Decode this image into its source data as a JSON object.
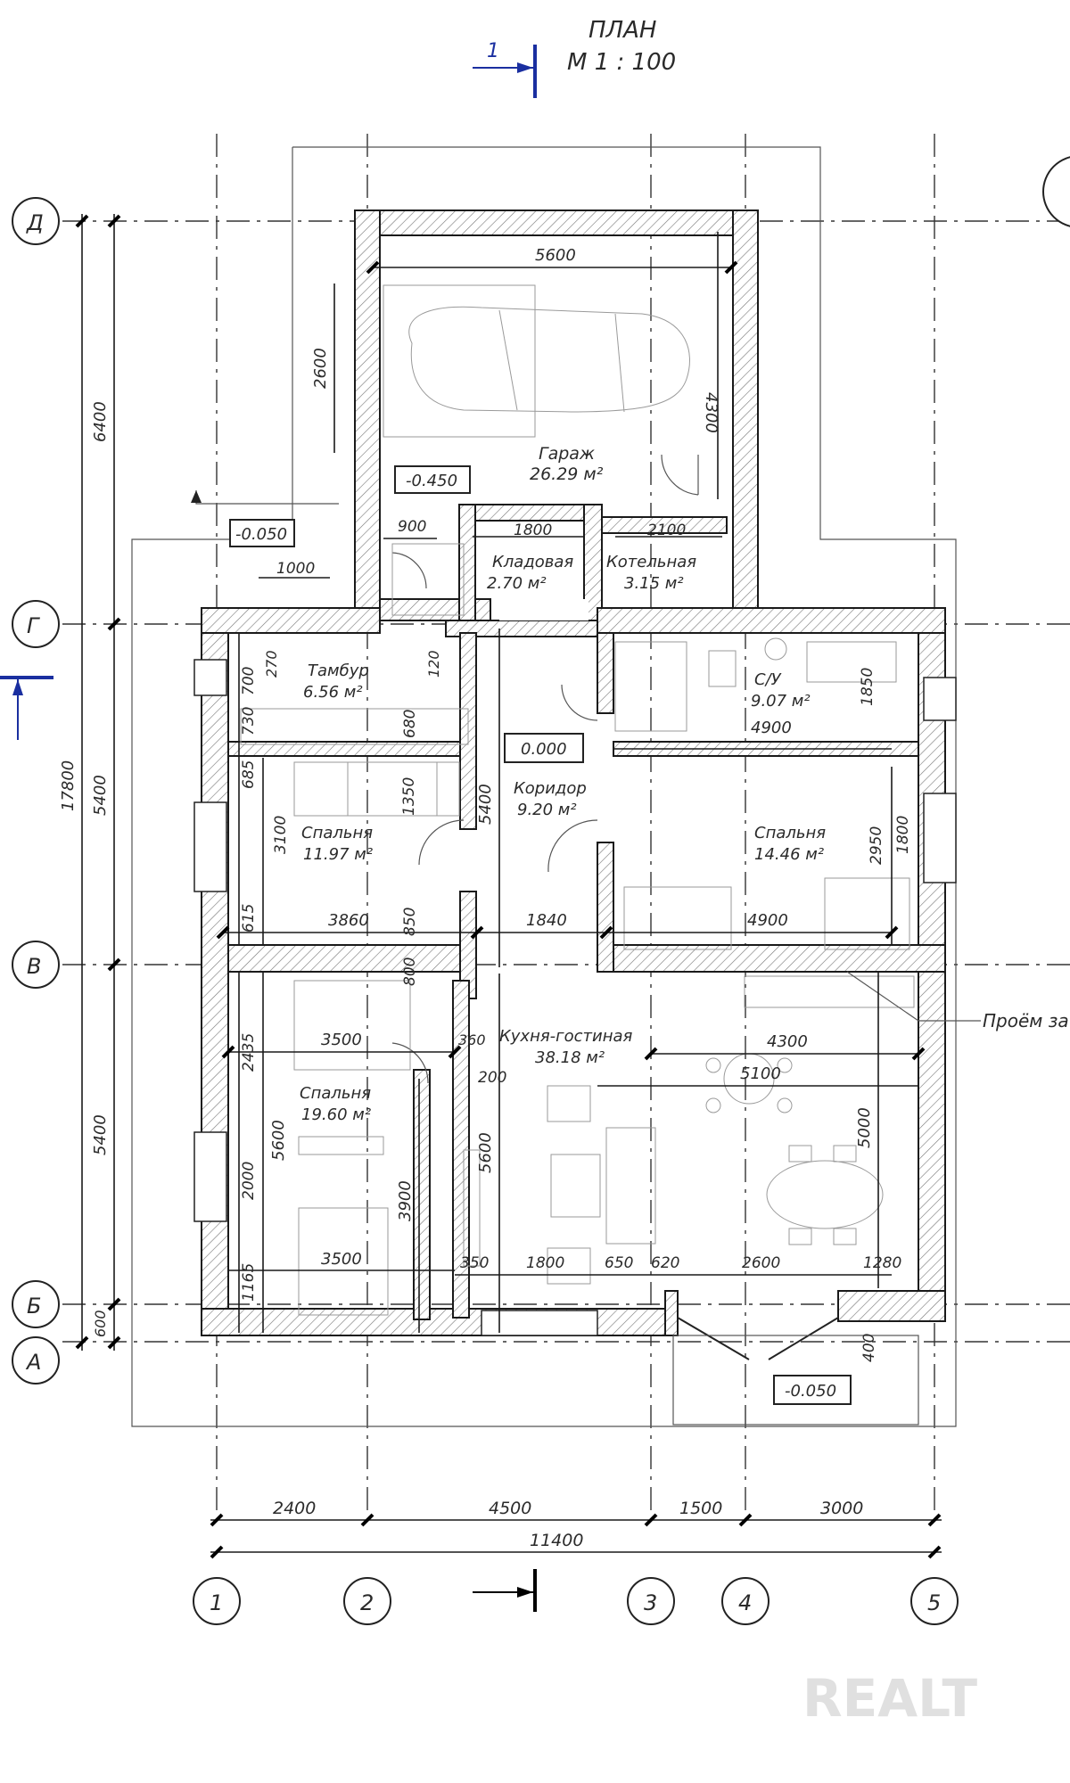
{
  "title": {
    "line1": "ПЛАН",
    "line2": "М 1 : 100",
    "section_mark": "1"
  },
  "axes": {
    "numbers": [
      "1",
      "2",
      "3",
      "4",
      "5"
    ],
    "letters": [
      "Д",
      "Г",
      "В",
      "Б",
      "А"
    ]
  },
  "rooms": [
    {
      "name": "Гараж",
      "area": "26.29 м²"
    },
    {
      "name": "Кладовая",
      "area": "2.70 м²"
    },
    {
      "name": "Котельная",
      "area": "3.15 м²"
    },
    {
      "name": "Тамбур",
      "area": "6.56 м²"
    },
    {
      "name": "Коридор",
      "area": "9.20 м²"
    },
    {
      "name": "С/У",
      "area": "9.07 м²"
    },
    {
      "name": "Спальня",
      "area": "11.97 м²"
    },
    {
      "name": "Спальня",
      "area": "14.46 м²"
    },
    {
      "name": "Кухня-гостиная",
      "area": "38.18 м²"
    },
    {
      "name": "Спальня",
      "area": "19.60 м²"
    }
  ],
  "levels": [
    "-0.450",
    "-0.050",
    "0.000",
    "-0.050"
  ],
  "annotation": "Проём за",
  "bottom_dims": {
    "spans": [
      "2400",
      "4500",
      "1500",
      "3000"
    ],
    "total": "11400"
  },
  "left_dims": {
    "overall": "17800",
    "segments": [
      "6400",
      "5400",
      "5400",
      "600"
    ]
  },
  "inner_dims": {
    "garage_width": "5600",
    "garage_depth": "4300",
    "car_len": "2600",
    "d900": "900",
    "d1800": "1800",
    "d2100": "2100",
    "d1000": "1000",
    "d1350": "1350",
    "d5400": "5400",
    "d3860": "3860",
    "d1840": "1840",
    "d4900a": "4900",
    "d4900b": "4900",
    "d3500a": "3500",
    "d3500b": "3500",
    "d4300": "4300",
    "d5100": "5100",
    "d5000": "5000",
    "d5600a": "5600",
    "d5600b": "5600",
    "d3900": "3900",
    "d2950": "2950",
    "d1800v": "1800",
    "d3100": "3100",
    "d2435": "2435",
    "d2000": "2000",
    "d1165": "1165",
    "d700": "700",
    "d730": "730",
    "d685": "685",
    "d615": "615",
    "d1850": "1850",
    "d350": "350",
    "d1800b": "1800",
    "d650": "650",
    "d620": "620",
    "d2600b": "2600",
    "d1280": "1280",
    "d400": "400",
    "d200": "200",
    "d800": "800",
    "d850": "850",
    "d680": "680",
    "d270": "270",
    "d120": "120",
    "d360": "360"
  },
  "watermark": "REALT"
}
